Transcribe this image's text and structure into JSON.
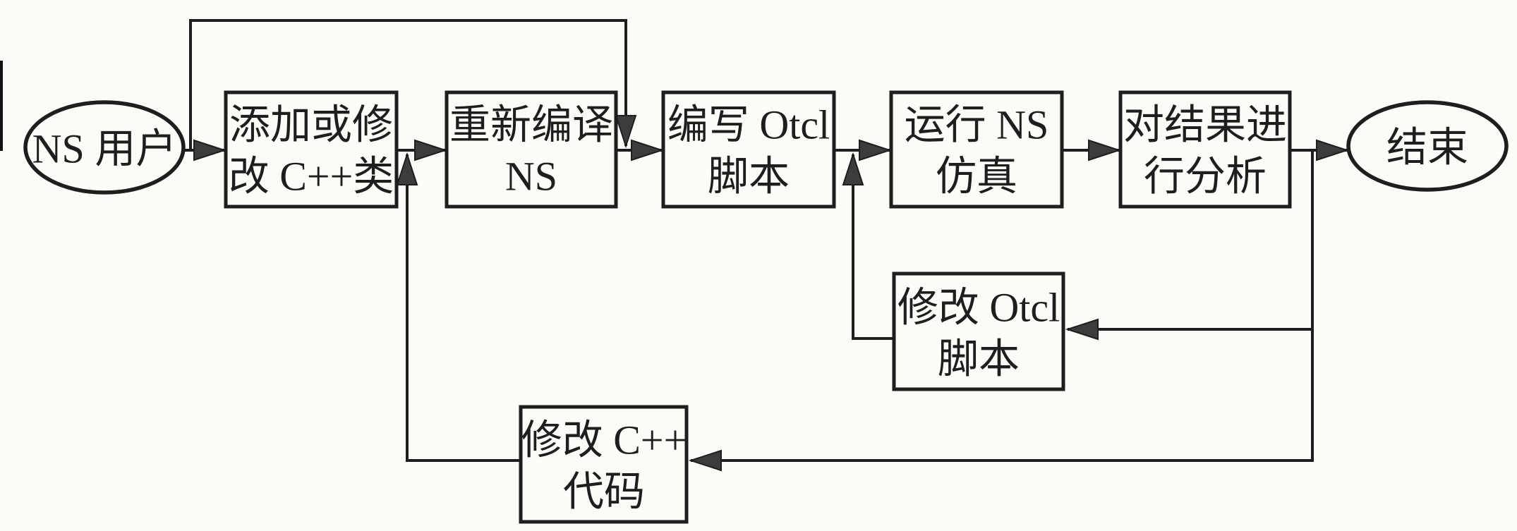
{
  "figure": {
    "type": "flowchart",
    "description_domain": "NS network-simulator usage workflow",
    "colors": {
      "ink": "#1e1e1e",
      "arrow": "#3c3c3c",
      "paper": "#fcfbf8"
    },
    "nodes": {
      "start": {
        "shape": "ellipse",
        "label": "NS 用户"
      },
      "add_modify_cpp_class": {
        "shape": "rect",
        "line1": "添加或修",
        "line2": "改 C++类"
      },
      "recompile_ns": {
        "shape": "rect",
        "line1": "重新编译",
        "line2": "NS"
      },
      "write_otcl_script": {
        "shape": "rect",
        "line1": "编写 Otcl",
        "line2": "脚本"
      },
      "run_ns_simulation": {
        "shape": "rect",
        "line1": "运行 NS",
        "line2": "仿真"
      },
      "analyze_results": {
        "shape": "rect",
        "line1": "对结果进",
        "line2": "行分析"
      },
      "end": {
        "shape": "ellipse",
        "label": "结束"
      },
      "modify_otcl_script": {
        "shape": "rect",
        "line1": "修改 Otcl",
        "line2": "脚本"
      },
      "modify_cpp_code": {
        "shape": "rect",
        "line1": "修改 C++",
        "line2": "代码"
      }
    },
    "edges": [
      {
        "from": "start",
        "to": "add_modify_cpp_class"
      },
      {
        "from": "add_modify_cpp_class",
        "to": "recompile_ns"
      },
      {
        "from": "recompile_ns",
        "to": "write_otcl_script"
      },
      {
        "from": "write_otcl_script",
        "to": "run_ns_simulation"
      },
      {
        "from": "run_ns_simulation",
        "to": "analyze_results"
      },
      {
        "from": "analyze_results",
        "to": "end"
      },
      {
        "from": "start",
        "to": "write_otcl_script",
        "note": "top bypass skipping C++ modification and recompile"
      },
      {
        "from": "analyze_results",
        "to": "modify_otcl_script"
      },
      {
        "from": "modify_otcl_script",
        "to": "run_ns_simulation",
        "note": "rejoins connector before 运行 NS 仿真"
      },
      {
        "from": "analyze_results",
        "to": "modify_cpp_code"
      },
      {
        "from": "modify_cpp_code",
        "to": "recompile_ns",
        "note": "rejoins connector before 重新编译 NS"
      }
    ]
  }
}
